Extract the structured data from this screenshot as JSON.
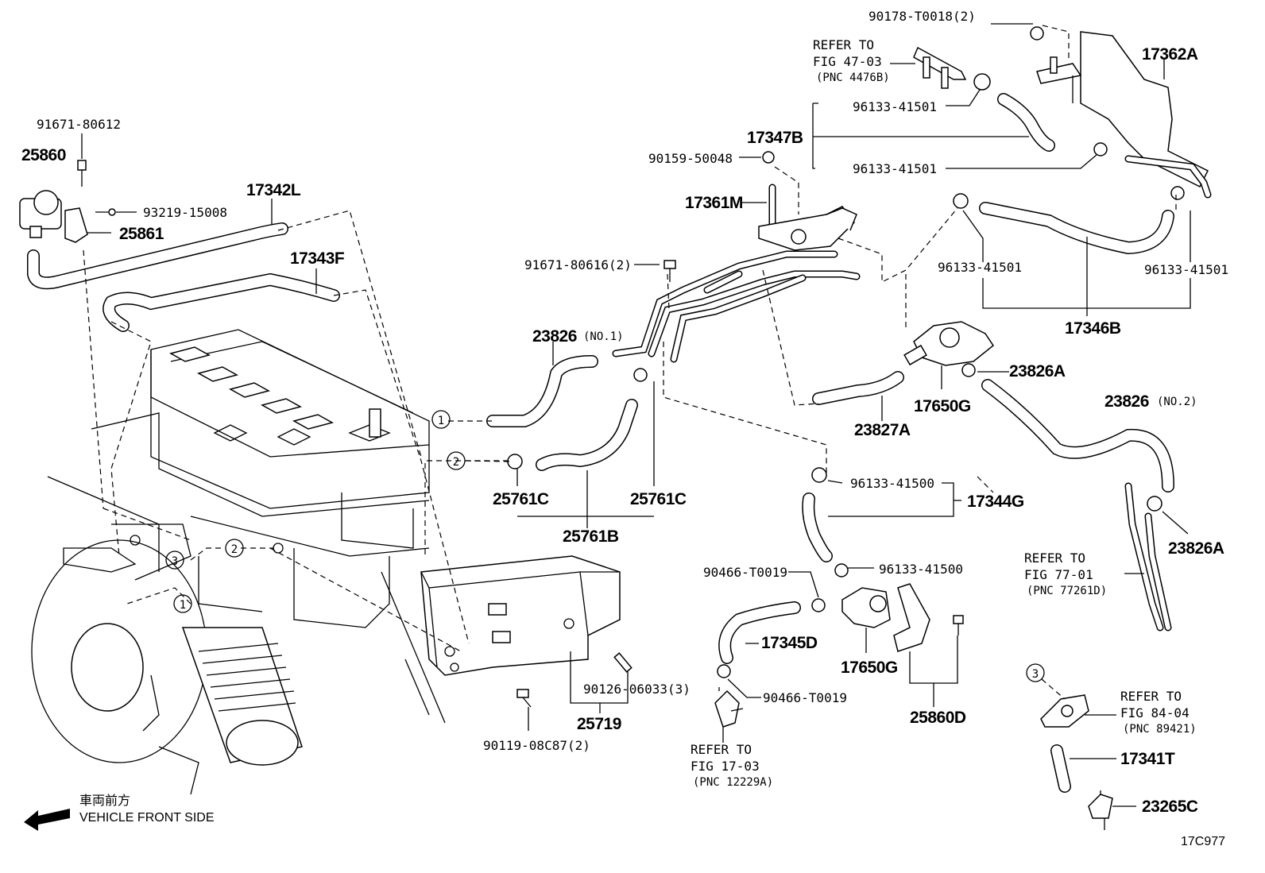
{
  "diagram": {
    "figure_code": "17C977",
    "front": {
      "jp": "車両前方",
      "en": "VEHICLE FRONT SIDE"
    },
    "labels": {
      "p90178": "90178-T0018(2)",
      "p17362A": "17362A",
      "refer4703_a": "REFER TO",
      "refer4703_b": "FIG 47-03",
      "refer4703_c": "(PNC 4476B)",
      "p96133_a": "96133-41501",
      "p17347B": "17347B",
      "p96133_b": "96133-41501",
      "p90159": "90159-50048",
      "p91671_612": "91671-80612",
      "p25860": "25860",
      "p17342L": "17342L",
      "p93219": "93219-15008",
      "p25861": "25861",
      "p17343F": "17343F",
      "p17361M": "17361M",
      "p91671_616": "91671-80616(2)",
      "p96133_c": "96133-41501",
      "p96133_d": "96133-41501",
      "p17346B": "17346B",
      "p23826_1": "23826",
      "p23826_1n": "(NO.1)",
      "p23826A_a": "23826A",
      "p17650G_a": "17650G",
      "p23827A": "23827A",
      "p23826_2": "23826",
      "p23826_2n": "(NO.2)",
      "p25761C_a": "25761C",
      "p25761C_b": "25761C",
      "p25761B": "25761B",
      "p96133_41500_a": "96133-41500",
      "p17344G": "17344G",
      "p90466_a": "90466-T0019",
      "p96133_41500_b": "96133-41500",
      "p17345D": "17345D",
      "p17650G_b": "17650G",
      "p90466_b": "90466-T0019",
      "p25860D": "25860D",
      "p23826A_b": "23826A",
      "refer7701_a": "REFER TO",
      "refer7701_b": "FIG 77-01",
      "refer7701_c": "(PNC 77261D)",
      "p90126": "90126-06033(3)",
      "p25719": "25719",
      "p90119": "90119-08C87(2)",
      "refer1703_a": "REFER TO",
      "refer1703_b": "FIG 17-03",
      "refer1703_c": "(PNC 12229A)",
      "refer8404_a": "REFER TO",
      "refer8404_b": "FIG 84-04",
      "refer8404_c": "(PNC 89421)",
      "p17341T": "17341T",
      "p23265C": "23265C",
      "c1": "1",
      "c2": "2",
      "c3": "3"
    }
  }
}
